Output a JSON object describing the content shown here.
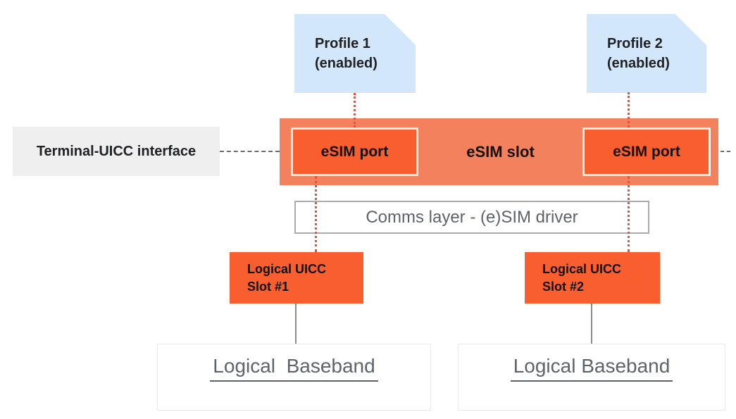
{
  "profiles": [
    {
      "line1": "Profile 1",
      "line2": "(enabled)"
    },
    {
      "line1": "Profile 2",
      "line2": "(enabled)"
    }
  ],
  "interface_label": "Terminal-UICC interface",
  "slot": {
    "label": "eSIM slot",
    "ports": [
      {
        "label": "eSIM port"
      },
      {
        "label": "eSIM port"
      }
    ]
  },
  "comms_layer": {
    "label": "Comms layer - (e)SIM driver"
  },
  "uicc_slots": [
    {
      "line1": "Logical UICC",
      "line2": "Slot #1"
    },
    {
      "line1": "Logical UICC",
      "line2": "Slot #2"
    }
  ],
  "basebands": [
    {
      "label": "Logical  Baseband"
    },
    {
      "label": "Logical Baseband"
    }
  ],
  "colors": {
    "profile_blue": "#D3E7FA",
    "slot_orange": "#F3815D",
    "port_orange": "#F85E2E",
    "port_border": "#FBF1E8",
    "interface_label_bg": "#EFEFEF",
    "connector_red": "#E8503A",
    "connector_gray": "#6B6B6B",
    "comms_border": "#ABABAB",
    "text_dark": "#202124",
    "text_gray": "#5F6368"
  }
}
